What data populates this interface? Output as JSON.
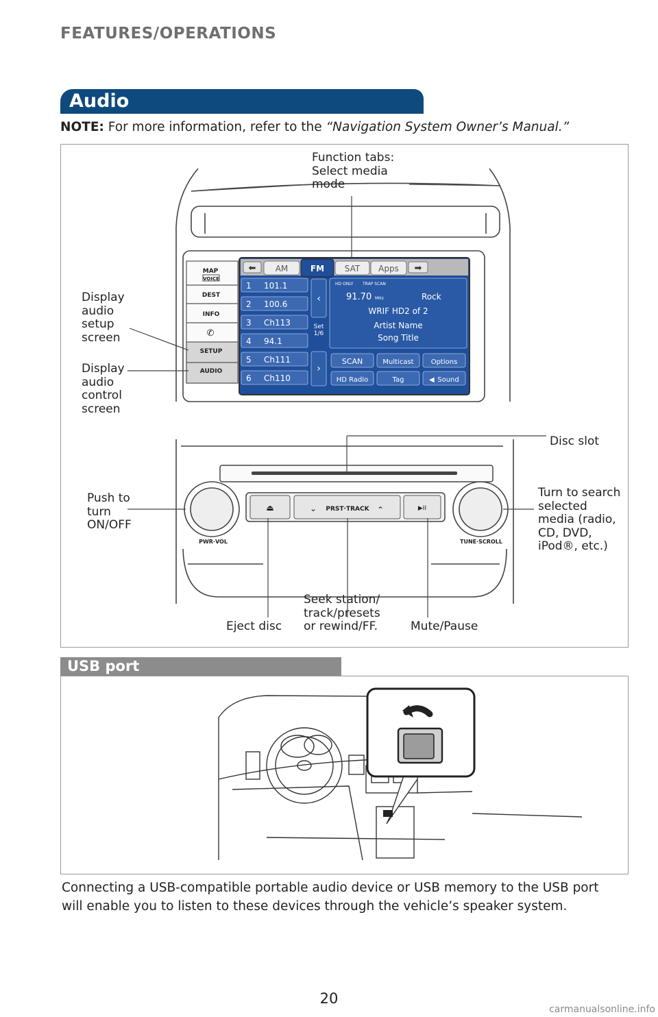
{
  "header": {
    "section": "FEATURES/OPERATIONS"
  },
  "audio": {
    "title": "Audio",
    "note_label": "NOTE:",
    "note_text": "For more information, refer to the",
    "note_ref": "“Navigation System Owner’s Manual.”"
  },
  "callouts": {
    "function_tabs": "Function tabs:\nSelect media\nmode",
    "setup": "Display\naudio\nsetup\nscreen",
    "control": "Display\naudio\ncontrol\nscreen",
    "disc_slot": "Disc slot",
    "push": "Push to\nturn\nON/OFF",
    "turn": "Turn to search\nselected\nmedia (radio,\nCD, DVD,\niPod®, etc.)",
    "seek": "Seek station/\ntrack/presets\nor rewind/FF.",
    "eject": "Eject disc",
    "mute": "Mute/Pause"
  },
  "head_unit": {
    "left_buttons": [
      "MAP",
      "VOICE",
      "DEST",
      "INFO",
      "SETUP",
      "AUDIO"
    ],
    "tabs": [
      "AM",
      "FM",
      "SAT",
      "Apps"
    ],
    "presets": [
      {
        "num": "1",
        "label": "101.1"
      },
      {
        "num": "2",
        "label": "100.6"
      },
      {
        "num": "3",
        "label": "Ch113"
      },
      {
        "num": "4",
        "label": "94.1"
      },
      {
        "num": "5",
        "label": "Ch111"
      },
      {
        "num": "6",
        "label": "Ch110"
      }
    ],
    "set_label": "Set\n1/6",
    "hd_only": "HD ONLY",
    "trap_scan": "TRAP SCAN",
    "frequency": "91.70",
    "unit": "MHz",
    "genre": "Rock",
    "station": "WRIF HD2 of 2",
    "artist": "Artist Name",
    "song": "Song Title",
    "buttons_row1": [
      "SCAN",
      "Multicast",
      "Options"
    ],
    "buttons_row2": [
      "HD Radio",
      "Tag",
      "Sound"
    ],
    "knob_left": "PWR·VOL",
    "knob_right": "TUNE·SCROLL",
    "seek_label": "PRST·TRACK"
  },
  "usb": {
    "title": "USB port",
    "description": "Connecting a USB-compatible portable audio device or USB memory to the USB port will enable you to listen to these devices through the vehicle’s speaker system."
  },
  "footer": {
    "page_number": "20",
    "watermark": "carmanualsonline.info"
  },
  "colors": {
    "banner_blue": "#0e4a7d",
    "usb_banner_gray": "#8c8c8c",
    "screen_blue": "#1f4e9a"
  }
}
